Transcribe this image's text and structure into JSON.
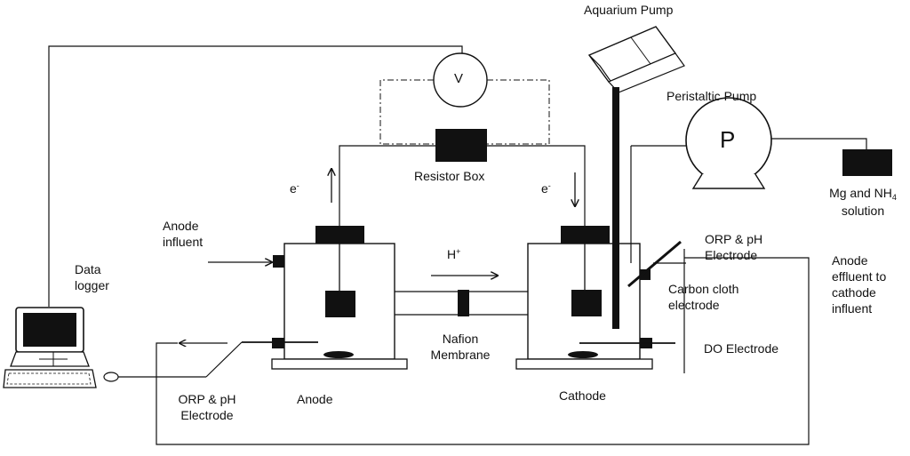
{
  "labels": {
    "aquarium_pump": "Aquarium Pump",
    "peristaltic_pump": "Peristaltic Pump",
    "resistor_box": "Resistor Box",
    "voltmeter_symbol": "V",
    "pump_symbol": "P",
    "electron_left": "e",
    "electron_right": "e",
    "electron_superscript": "-",
    "proton": "H",
    "proton_superscript": "+",
    "anode_influent_line1": "Anode",
    "anode_influent_line2": "influent",
    "data_logger_line1": "Data",
    "data_logger_line2": "logger",
    "mg_nh4_line1": "Mg and NH",
    "mg_nh4_subscript": "4",
    "mg_nh4_line2": "solution",
    "orp_ph_top_line1": "ORP & pH",
    "orp_ph_top_line2": "Electrode",
    "anode_effluent_line1": "Anode",
    "anode_effluent_line2": "effluent to",
    "anode_effluent_line3": "cathode",
    "anode_effluent_line4": "influent",
    "carbon_cloth_line1": "Carbon cloth",
    "carbon_cloth_line2": "electrode",
    "nafion_line1": "Nafion",
    "nafion_line2": "Membrane",
    "do_electrode": "DO Electrode",
    "orp_ph_bottom_line1": "ORP & pH",
    "orp_ph_bottom_line2": "Electrode",
    "anode": "Anode",
    "cathode": "Cathode"
  }
}
